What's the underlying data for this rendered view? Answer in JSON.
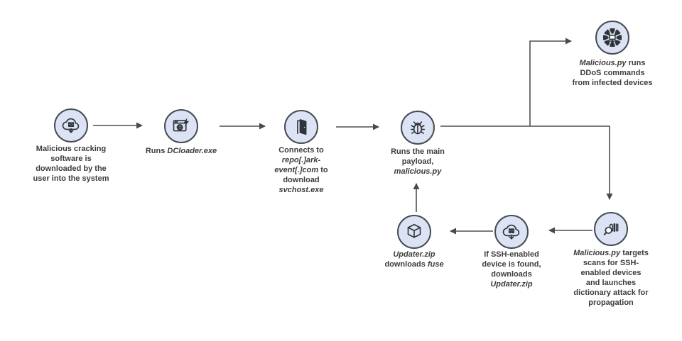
{
  "diagram": {
    "description": "Malware attack chain flow diagram",
    "colors": {
      "node_fill": "#dce3f4",
      "node_border": "#464c55",
      "glyph": "#2f333a",
      "arrow": "#4f4f4f",
      "text": "#3c3c3c",
      "canvas": "#ffffff"
    },
    "nodes": [
      {
        "name": "malicious-download",
        "icon": "cloud-download-icon",
        "segments": [
          {
            "text": "Malicious cracking software is downloaded by the user into the system",
            "italic": false
          }
        ]
      },
      {
        "name": "run-dcloader",
        "icon": "executable-window-icon",
        "segments": [
          {
            "text": "Runs ",
            "italic": false
          },
          {
            "text": "DCloader.exe",
            "italic": true
          }
        ]
      },
      {
        "name": "connect-c2",
        "icon": "open-door-icon",
        "segments": [
          {
            "text": "Connects to ",
            "italic": false
          },
          {
            "text": "repo[.]ark-event[.]com",
            "italic": true
          },
          {
            "text": " to download ",
            "italic": false
          },
          {
            "text": "svchost.exe",
            "italic": true
          }
        ]
      },
      {
        "name": "run-main-payload",
        "icon": "bug-icon",
        "segments": [
          {
            "text": "Runs the main payload, ",
            "italic": false
          },
          {
            "text": "malicious.py",
            "italic": true
          }
        ]
      },
      {
        "name": "ddos-commands",
        "icon": "ddos-target-icon",
        "segments": [
          {
            "text": "Malicious.py",
            "italic": true
          },
          {
            "text": " runs DDoS commands from infected devices",
            "italic": false
          }
        ]
      },
      {
        "name": "ssh-scan",
        "icon": "barcode-scan-icon",
        "segments": [
          {
            "text": "Malicious.py",
            "italic": true
          },
          {
            "text": " targets scans for SSH-enabled devices and launches dictionary attack for propagation",
            "italic": false
          }
        ]
      },
      {
        "name": "download-updater",
        "icon": "cloud-download-icon",
        "segments": [
          {
            "text": "If SSH-enabled device is found, downloads ",
            "italic": false
          },
          {
            "text": "Updater.zip",
            "italic": true
          }
        ]
      },
      {
        "name": "updater-downloads-fuse",
        "icon": "package-icon",
        "segments": [
          {
            "text": "Updater.zip",
            "italic": true
          },
          {
            "text": " downloads ",
            "italic": false
          },
          {
            "text": "fuse",
            "italic": true
          }
        ]
      }
    ],
    "edges": [
      {
        "from": "malicious-download",
        "to": "run-dcloader"
      },
      {
        "from": "run-dcloader",
        "to": "connect-c2"
      },
      {
        "from": "connect-c2",
        "to": "run-main-payload"
      },
      {
        "from": "run-main-payload",
        "to": "ddos-commands"
      },
      {
        "from": "run-main-payload",
        "to": "ssh-scan"
      },
      {
        "from": "ssh-scan",
        "to": "download-updater"
      },
      {
        "from": "download-updater",
        "to": "updater-downloads-fuse"
      },
      {
        "from": "updater-downloads-fuse",
        "to": "run-main-payload"
      }
    ]
  }
}
